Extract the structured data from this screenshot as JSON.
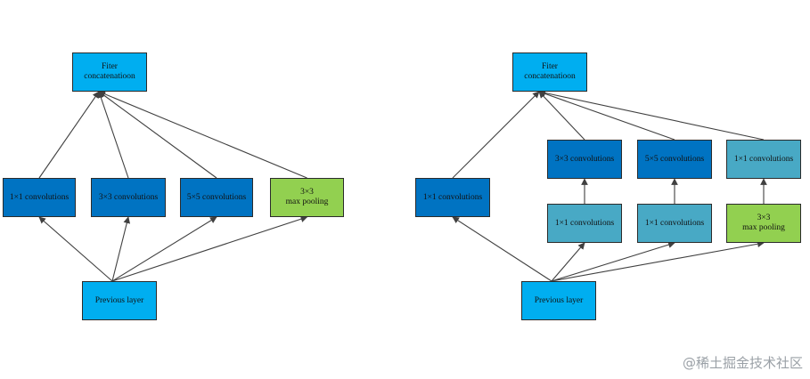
{
  "colors": {
    "light_blue": "#00aef0",
    "dark_blue": "#0073c2",
    "teal": "#48a9c5",
    "green": "#92d050",
    "edge": "#404040"
  },
  "left": {
    "filter_concat": "Fiter\nconcatenatioon",
    "conv1x1": "1×1 convolutions",
    "conv3x3": "3×3 convolutions",
    "conv5x5": "5×5 convolutions",
    "maxpool": "3×3\nmax pooling",
    "previous_layer": "Previous layer"
  },
  "right": {
    "filter_concat": "Fiter\nconcatenatioon",
    "conv1x1": "1×1 convolutions",
    "conv3x3": "3×3 convolutions",
    "conv5x5": "5×5 convolutions",
    "conv1x1_after_pool": "1×1 convolutions",
    "reduce_before_3x3": "1×1 convolutions",
    "reduce_before_5x5": "1×1 convolutions",
    "maxpool": "3×3\nmax pooling",
    "previous_layer": "Previous layer"
  },
  "watermark": "@稀土掘金技术社区"
}
